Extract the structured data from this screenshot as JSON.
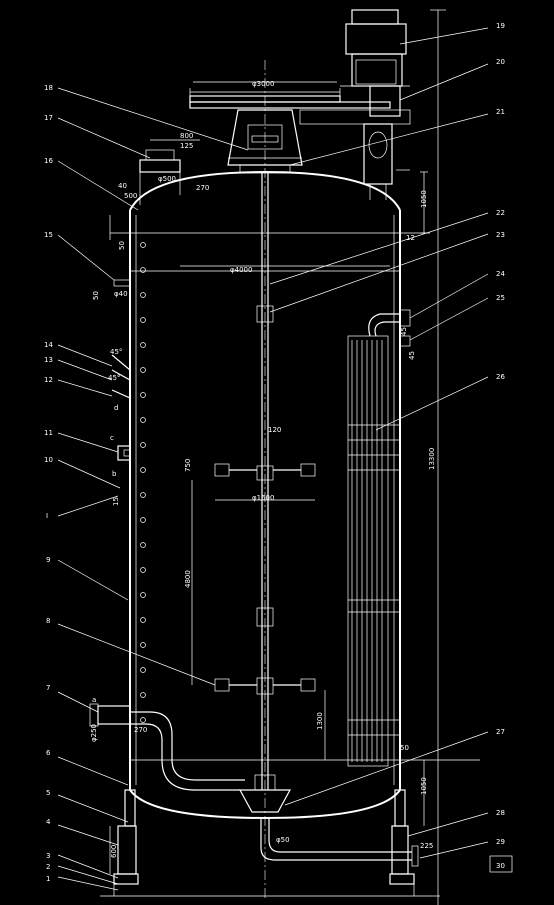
{
  "callouts": [
    "1",
    "2",
    "3",
    "4",
    "5",
    "6",
    "7",
    "8",
    "9",
    "10",
    "I",
    "11",
    "12",
    "13",
    "14",
    "15",
    "16",
    "17",
    "18",
    "19",
    "20",
    "21",
    "22",
    "23",
    "24",
    "25",
    "26",
    "27",
    "28",
    "29",
    "30"
  ],
  "dimensions": {
    "d_agitator_drive": "φ3000",
    "d_top_800": "800",
    "d_top_125": "125",
    "d_manhole": "φ500",
    "d_top_40": "40",
    "d_top_500": "500",
    "d_top_270": "270",
    "d_1050_top": "1050",
    "d_12": "12",
    "d_50_left": "50",
    "d_vessel": "φ4000",
    "d_50_nozzle": "50",
    "d_nozzle15": "φ40",
    "d_45_a": "45°",
    "d_45_b": "45°",
    "d_45_c": "45",
    "d_45_d": "45",
    "d_d": "d",
    "d_c": "c",
    "d_b": "b",
    "d_13300": "13300",
    "d_120": "120",
    "d_750": "750",
    "d_impeller": "φ1600",
    "d_4800": "4800",
    "d_1300": "1300",
    "d_50_bottom": "50",
    "d_a": "a",
    "d_nozzle7": "φ250",
    "d_270_low": "270",
    "d_1050_bottom": "1050",
    "d_600": "600",
    "d_bottom_outlet": "φ50",
    "d_225": "225",
    "d_15": "15"
  },
  "colors": {
    "background": "#000000",
    "lines": "#ffffff"
  }
}
